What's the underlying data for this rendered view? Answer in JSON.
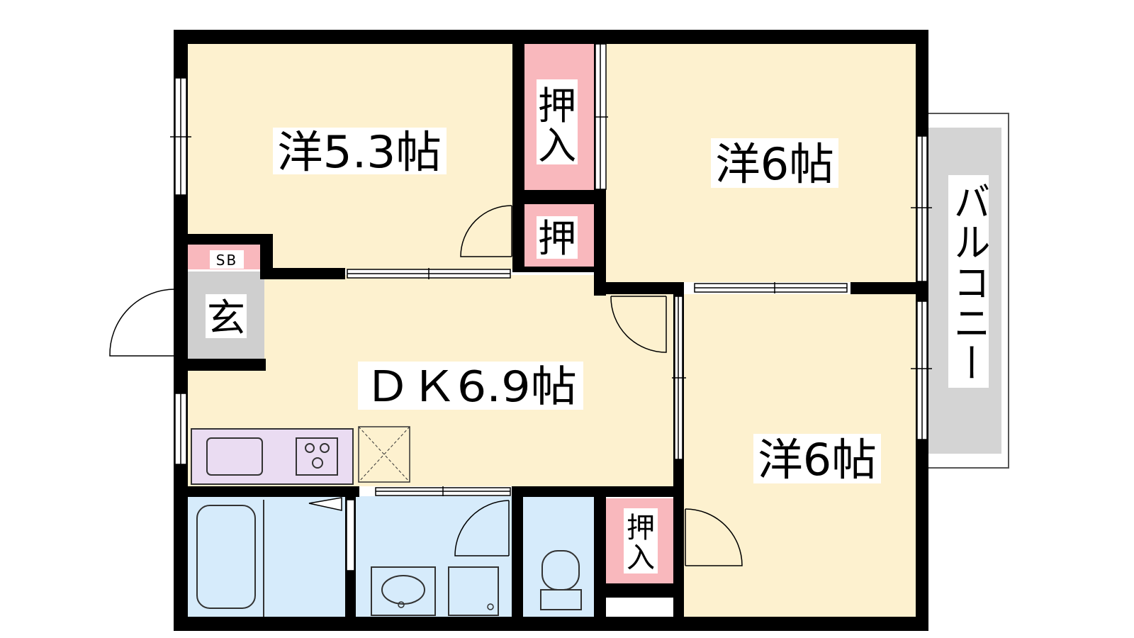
{
  "rooms": {
    "western_a": {
      "label": "洋5.3帖"
    },
    "western_b": {
      "label": "洋6帖"
    },
    "western_c": {
      "label": "洋6帖"
    },
    "dining_kitchen": {
      "label": "ＤＫ6.9帖"
    },
    "entrance": {
      "label": "玄"
    },
    "shoe_box": {
      "label": "SB"
    },
    "balcony": {
      "label": "バルコニー"
    }
  },
  "closets": {
    "closet_top": {
      "line1": "押",
      "line2": "入"
    },
    "closet_small": {
      "label": "押"
    },
    "closet_bottom": {
      "line1": "押",
      "line2": "入"
    }
  },
  "colors": {
    "wall": "#000000",
    "room_floor": "#fdf1cf",
    "closet": "#f9b8bd",
    "entrance": "#cfcfcf",
    "wet_area": "#d6ebfb",
    "kitchen_counter": "#eadcf2",
    "balcony": "#d4d4d4"
  }
}
